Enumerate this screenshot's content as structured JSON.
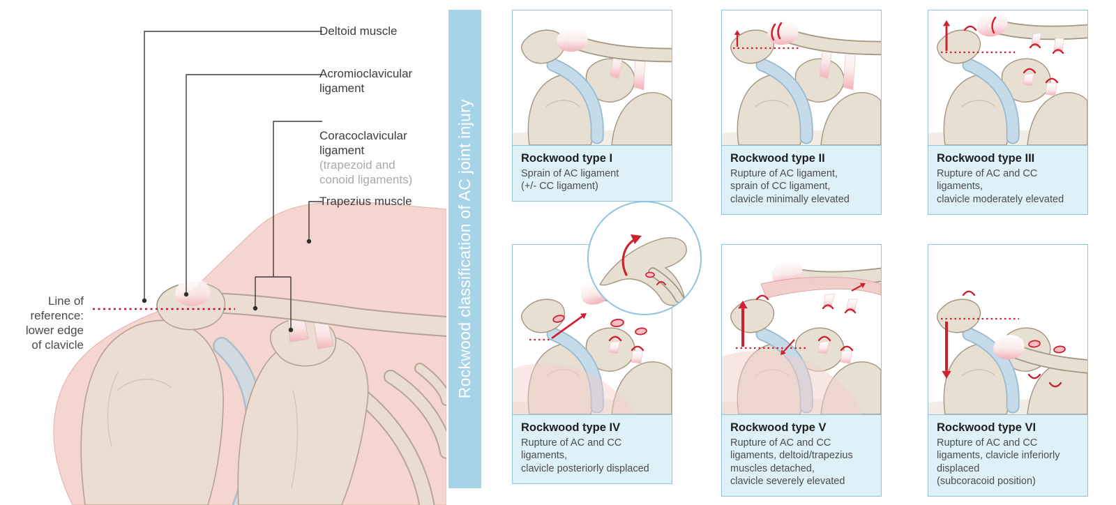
{
  "left_figure": {
    "labels": {
      "deltoid": "Deltoid muscle",
      "ac_ligament": "Acromioclavicular\nligament",
      "cc_ligament": "Coracoclavicular\nligament",
      "cc_ligament_sub": "(trapezoid and\nconoid ligaments)",
      "trapezius": "Trapezius muscle",
      "reference": "Line of\nreference:\nlower edge\nof clavicle"
    }
  },
  "banner": {
    "text": "Rockwood classification of AC joint injury"
  },
  "panels": [
    {
      "title": "Rockwood type I",
      "description": "Sprain of AC ligament\n(+/- CC ligament)",
      "figure": {
        "variant": "type1",
        "arrow": "none",
        "reference_line": false
      }
    },
    {
      "title": "Rockwood type II",
      "description": "Rupture of AC ligament,\nsprain of CC ligament,\nclavicle minimally elevated",
      "figure": {
        "variant": "type2",
        "arrow": "up-small",
        "reference_line": true
      }
    },
    {
      "title": "Rockwood type III",
      "description": "Rupture of AC and CC\nligaments,\nclavicle moderately elevated",
      "figure": {
        "variant": "type3",
        "arrow": "up-medium",
        "reference_line": true
      }
    },
    {
      "title": "Rockwood type IV",
      "description": "Rupture of AC and CC\nligaments,\nclavicle posteriorly displaced",
      "figure": {
        "variant": "type4",
        "arrow": "diagonal-up",
        "reference_line": true
      }
    },
    {
      "title": "Rockwood type V",
      "description": "Rupture of AC and CC\nligaments, deltoid/trapezius\nmuscles detached,\nclavicle severely elevated",
      "figure": {
        "variant": "type5",
        "arrow": "up-large",
        "reference_line": true
      }
    },
    {
      "title": "Rockwood type VI",
      "description": "Rupture of AC and CC\nligaments, clavicle inferiorly\ndisplaced\n(subcoracoid position)",
      "figure": {
        "variant": "type6",
        "arrow": "down-large",
        "reference_line": true
      }
    }
  ],
  "inset": {
    "depicts": "superior view of clavicle displaced posteriorly (type IV detail)"
  },
  "colors": {
    "banner_bg": "#a6d3e8",
    "panel_border": "#8fc3e0",
    "caption_bg": "#def0f8",
    "accent_red": "#ce2130",
    "bone": "#e7dfd2",
    "bone_edge": "#a3957f",
    "cartilage_blue": "#c6dbe9",
    "muscle_pink": "#f2cdc8",
    "title_text": "#1f1f1f",
    "body_text": "#4c4c4c"
  }
}
